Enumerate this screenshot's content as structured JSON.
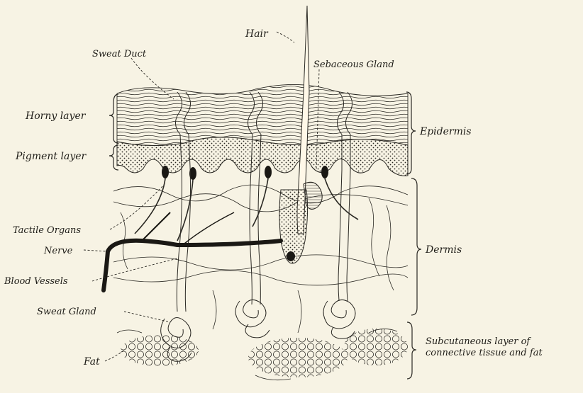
{
  "labels": {
    "hair": "Hair",
    "sweat_duct": "Sweat Duct",
    "sebaceous_gland": "Sebaceous Gland",
    "horny_layer": "Horny layer",
    "pigment_layer": "Pigment layer",
    "epidermis": "Epidermis",
    "tactile_organs": "Tactile Organs",
    "nerve": "Nerve",
    "dermis": "Dermis",
    "blood_vessels": "Blood Vessels",
    "sweat_gland": "Sweat Gland",
    "fat": "Fat",
    "subcutaneous_line1": "Subcutaneous layer of",
    "subcutaneous_line2": "connective tissue and fat"
  },
  "colors": {
    "background": "#f7f3e4",
    "ink": "#2a2823"
  }
}
